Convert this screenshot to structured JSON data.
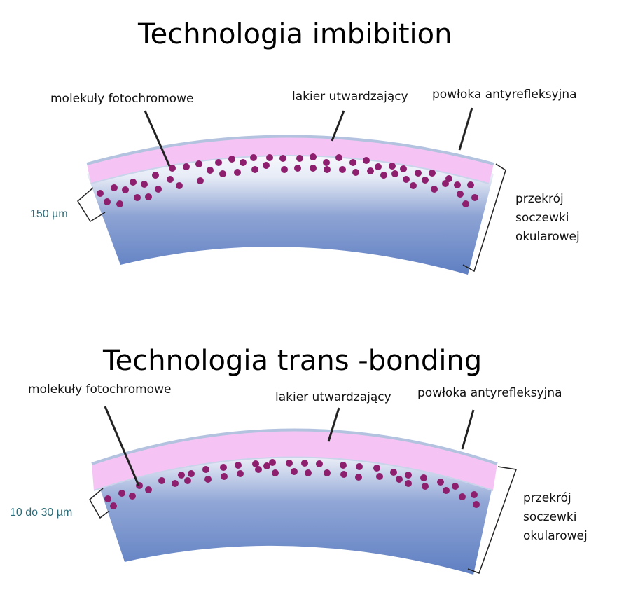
{
  "panels": [
    {
      "title": "Technologia imbibition",
      "labels": {
        "molecules": "molekuły fotochromowe",
        "lacquer": "lakier utwardzający",
        "coating": "powłoka antyrefleksyjna",
        "section_line1": "przekrój",
        "section_line2": "soczewki",
        "section_line3": "okularowej"
      },
      "depth": "150 µm"
    },
    {
      "title": "Technologia trans -bonding",
      "labels": {
        "molecules": "molekuły fotochromowe",
        "lacquer": "lakier utwardzający",
        "coating": "powłoka antyrefleksyjna",
        "section_line1": "przekrój",
        "section_line2": "soczewki",
        "section_line3": "okularowej"
      },
      "depth": "10 do 30 µm"
    }
  ]
}
